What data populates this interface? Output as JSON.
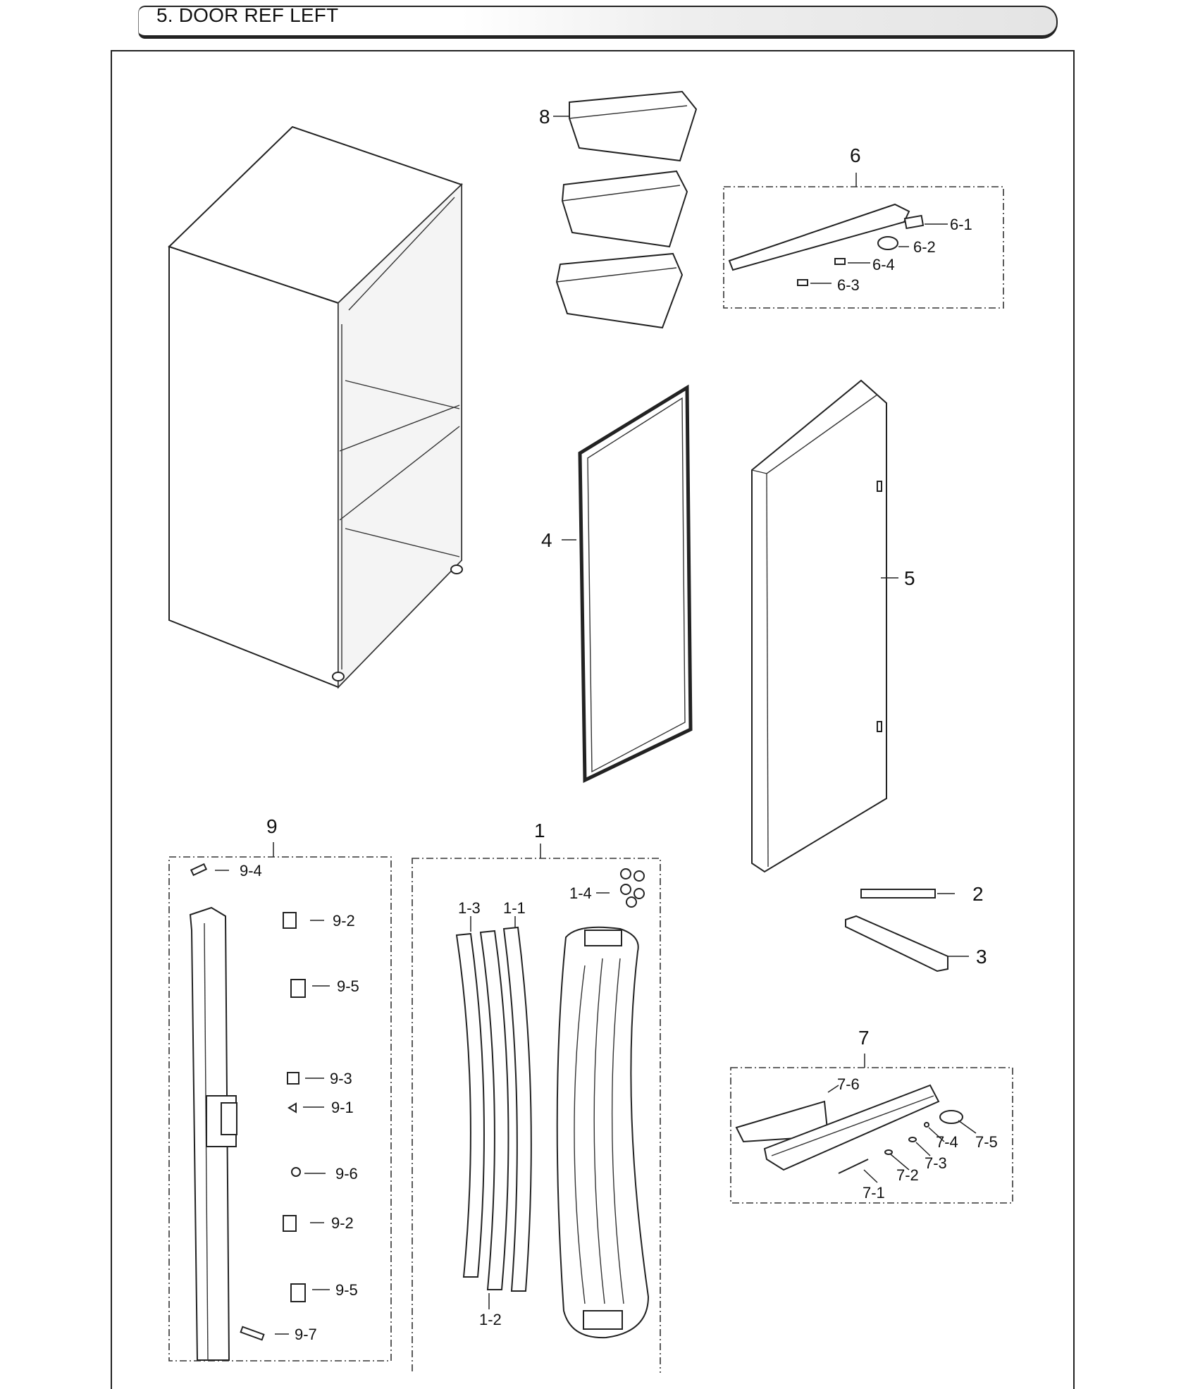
{
  "header": {
    "title": "5. DOOR REF LEFT"
  },
  "callouts": {
    "main": [
      "8",
      "6",
      "4",
      "5",
      "9",
      "1",
      "2",
      "3",
      "7"
    ],
    "group6": [
      "6-1",
      "6-2",
      "6-4",
      "6-3"
    ],
    "group9": [
      "9-4",
      "9-2",
      "9-5",
      "9-3",
      "9-1",
      "9-6",
      "9-2",
      "9-5",
      "9-7"
    ],
    "group1": [
      "1-4",
      "1-3",
      "1-1",
      "1-2"
    ],
    "group7": [
      "7-6",
      "7-4",
      "7-5",
      "7-3",
      "7-2",
      "7-1"
    ]
  },
  "colors": {
    "line": "#222222",
    "background": "#ffffff"
  }
}
